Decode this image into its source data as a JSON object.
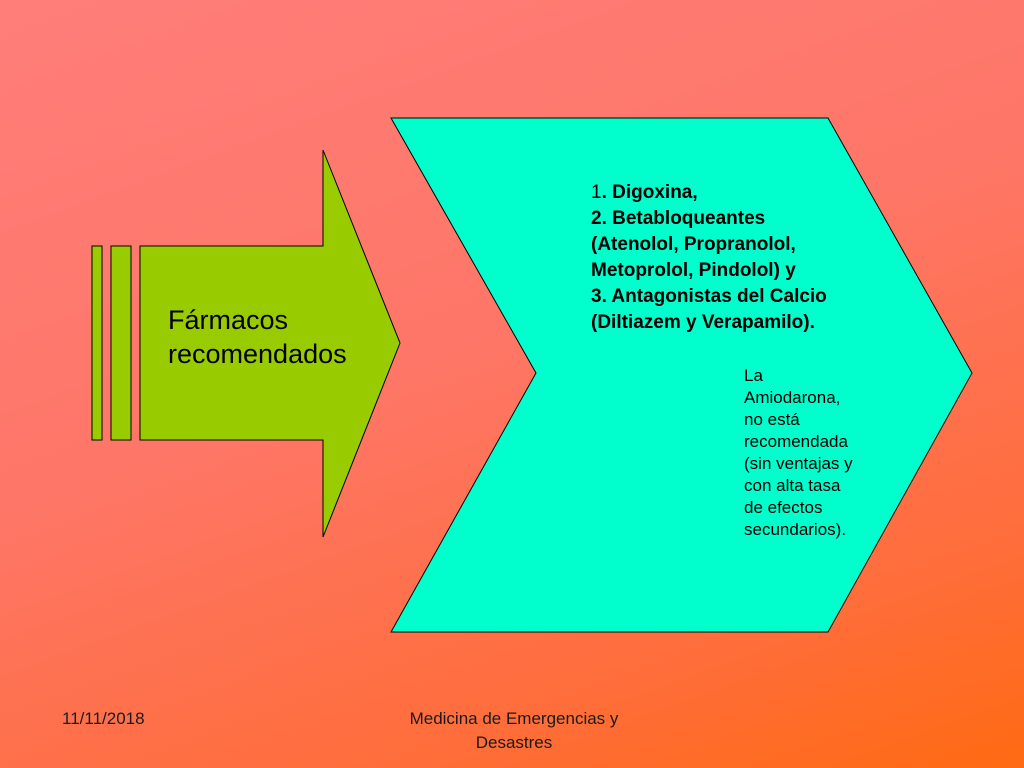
{
  "arrow": {
    "label_line1": "Fármacos",
    "label_line2": "recomendados",
    "fill": "#99cc00"
  },
  "chevron": {
    "fill": "#00ffcc",
    "items": [
      {
        "num": "1",
        "text": ". Digoxina,"
      },
      {
        "num": "",
        "text": "2. Betabloqueantes"
      },
      {
        "num": "",
        "text": "(Atenolol, Propranolol,"
      },
      {
        "num": "",
        "text": "Metoprolol, Pindolol) y"
      },
      {
        "num": "",
        "text": "3. Antagonistas del Calcio"
      },
      {
        "num": "",
        "text": "(Diltiazem y Verapamilo)."
      }
    ],
    "note_lines": [
      "La",
      "Amiodarona,",
      "no está",
      "recomendada",
      "(sin ventajas y",
      "con alta tasa",
      "de efectos",
      "secundarios)."
    ]
  },
  "footer": {
    "date": "11/11/2018",
    "title_line1": "Medicina de Emergencias y",
    "title_line2": "Desastres"
  }
}
